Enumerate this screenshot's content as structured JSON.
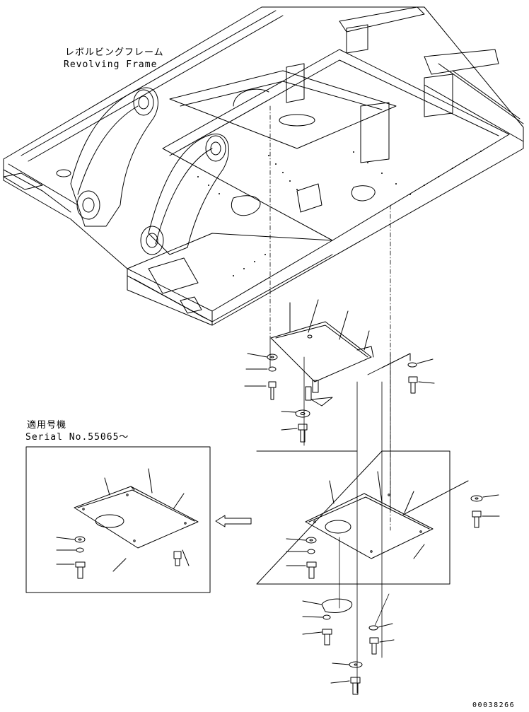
{
  "frame_label": {
    "jp": "レボルビングフレーム",
    "en": "Revolving Frame"
  },
  "serial_label": {
    "jp": "適用号機",
    "en": "Serial No.55065～"
  },
  "drawing_code": "00038266",
  "icons": [
    "arrow-left-icon"
  ]
}
